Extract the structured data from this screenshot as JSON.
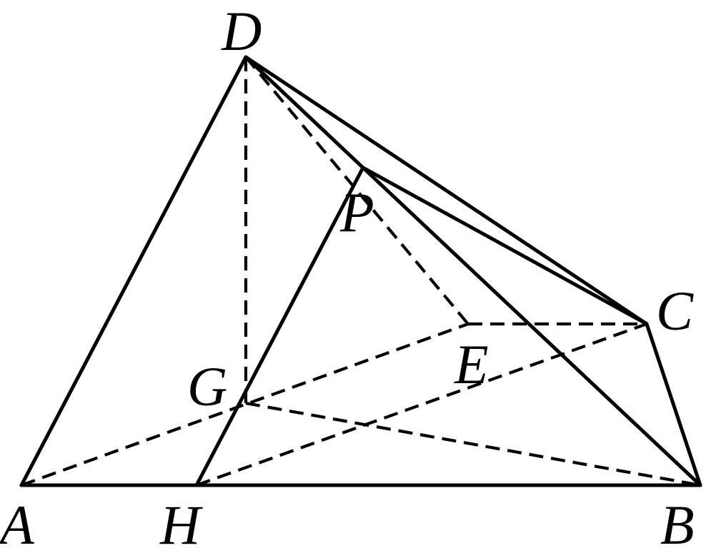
{
  "figure": {
    "labels": {
      "A": "A",
      "B": "B",
      "C": "C",
      "D": "D",
      "E": "E",
      "G": "G",
      "H": "H",
      "P": "P"
    }
  }
}
